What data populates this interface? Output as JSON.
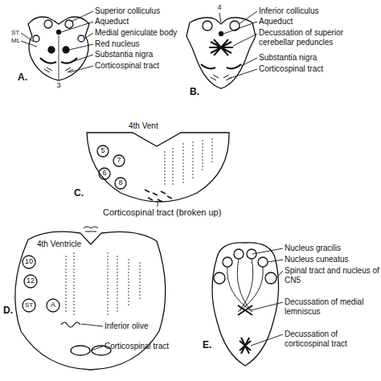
{
  "diagram": {
    "labels": [
      "Superior colliculus",
      "Aqueduct",
      "Medial geniculate body",
      "Red nucleus",
      "Substantia nigra",
      "Corticospinal tract",
      "ST",
      "ML",
      "3",
      "A.",
      "4",
      "Inferior colliculus",
      "Aqueduct",
      "Decussation of superior cerebellar peduncles",
      "Substantia nigra",
      "Corticospinal tract",
      "B.",
      "4th Vent",
      "5",
      "7",
      "6",
      "8",
      "Corticospinal tract (broken up)",
      "C.",
      "4th Ventricle",
      "10",
      "12",
      "A",
      "ST",
      "Inferior olive",
      "Corticospinal tract",
      "D.",
      "Nucleus gracilis",
      "Nucleus cuneatus",
      "Spinal tract and nucleus of CN5",
      "Decussation of medial lemniscus",
      "Decussation of corticospinal tract",
      "E."
    ]
  }
}
